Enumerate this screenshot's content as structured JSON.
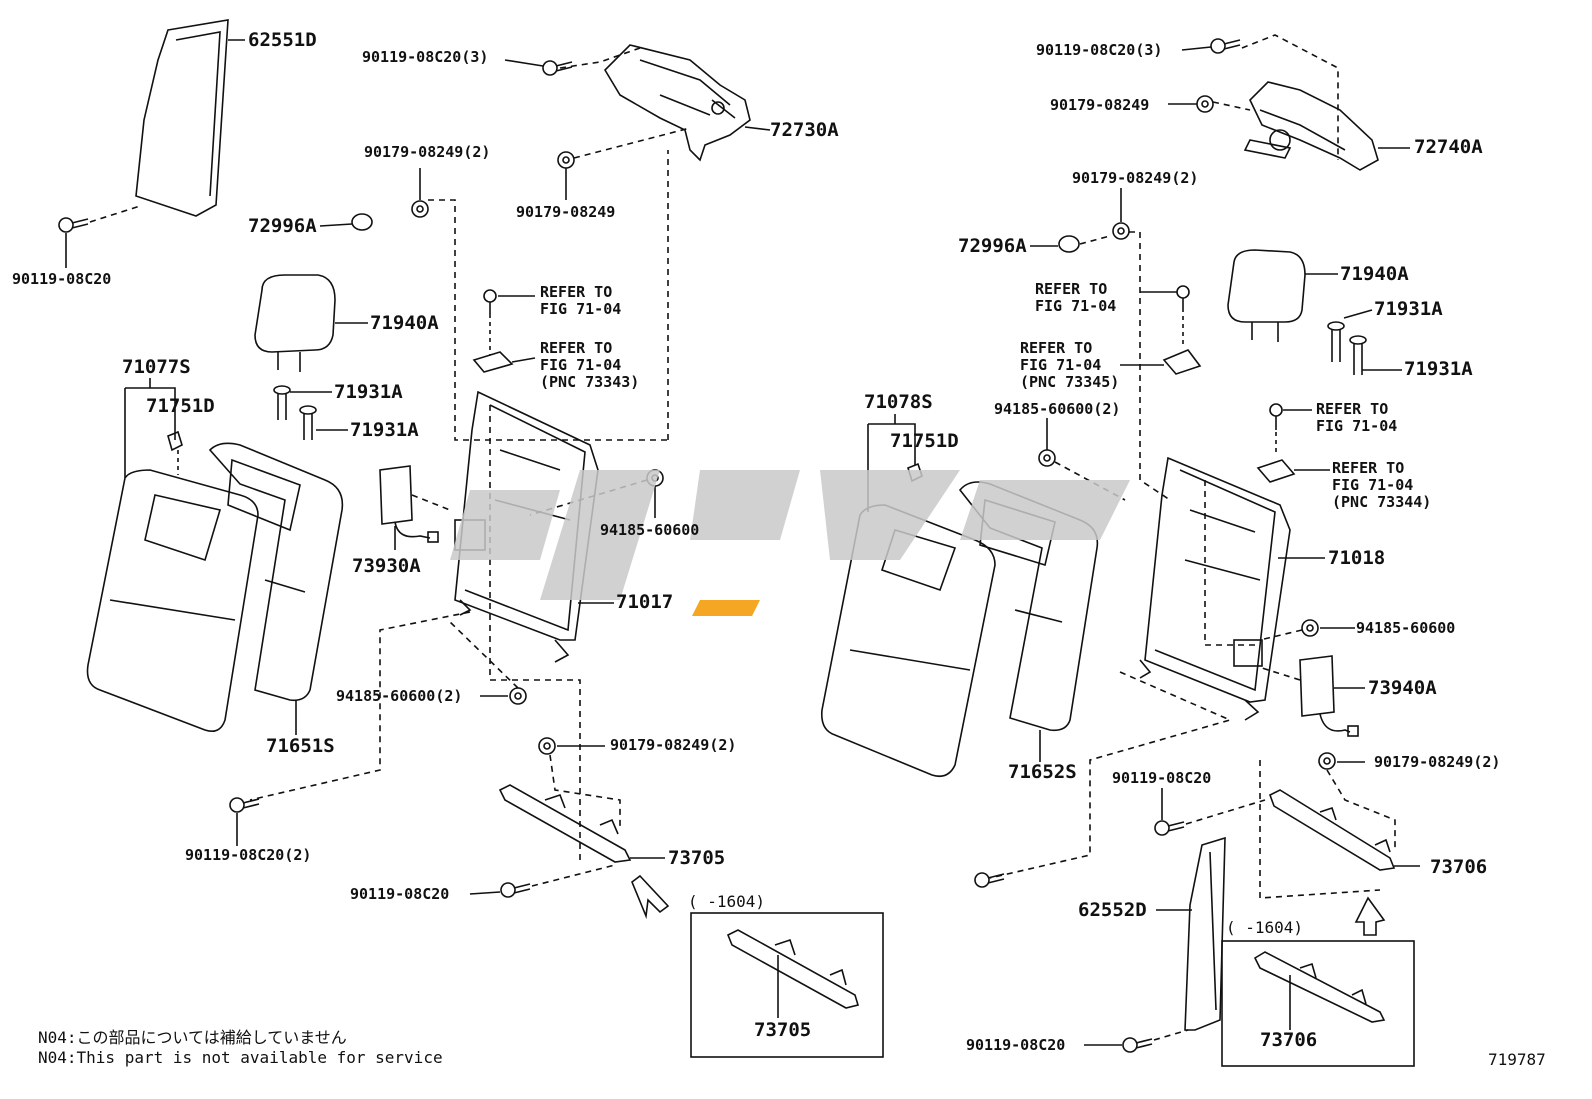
{
  "parts": {
    "p62551D": "62551D",
    "p90119_08C20_3_l": "90119-08C20(3)",
    "p72730A": "72730A",
    "p90179_08249_2_l": "90179-08249(2)",
    "p72996A_l": "72996A",
    "p90179_08249_l": "90179-08249",
    "p90119_08C20_tl": "90119-08C20",
    "p71940A_l": "71940A",
    "p71077S": "71077S",
    "p71751D_l": "71751D",
    "p71931A_l1": "71931A",
    "p71931A_l2": "71931A",
    "p73930A": "73930A",
    "p94185_60600_l": "94185-60600",
    "p71017": "71017",
    "p94185_60600_2_l": "94185-60600(2)",
    "p71651S": "71651S",
    "p90179_08249_2_l2": "90179-08249(2)",
    "p90119_08C20_2_l": "90119-08C20(2)",
    "p73705": "73705",
    "p90119_08C20_bl": "90119-08C20",
    "p73705_box": "73705",
    "p90119_08C20_3_r": "90119-08C20(3)",
    "p90179_08249_r": "90179-08249",
    "p72740A": "72740A",
    "p90179_08249_2_r": "90179-08249(2)",
    "p72996A_r": "72996A",
    "p71940A_r": "71940A",
    "p71931A_r1": "71931A",
    "p71931A_r2": "71931A",
    "p71078S": "71078S",
    "p94185_60600_2_r": "94185-60600(2)",
    "p71751D_r": "71751D",
    "p71018": "71018",
    "p94185_60600_r": "94185-60600",
    "p73940A": "73940A",
    "p90179_08249_2_r2": "90179-08249(2)",
    "p90119_08C20_r": "90119-08C20",
    "p71652S": "71652S",
    "p73706": "73706",
    "p62552D": "62552D",
    "p90119_08C20_br": "90119-08C20",
    "p73706_box": "73706"
  },
  "refs": {
    "ref_l1": "REFER TO\nFIG 71-04",
    "ref_l2": "REFER TO\nFIG 71-04\n(PNC 73343)",
    "ref_r1": "REFER TO\nFIG 71-04",
    "ref_r2": "REFER TO\nFIG 71-04\n(PNC 73345)",
    "ref_r3": "REFER TO\nFIG 71-04",
    "ref_r4": "REFER TO\nFIG 71-04\n(PNC 73344)"
  },
  "boxes": {
    "left_range": "(      -1604)",
    "right_range": "(      -1604)"
  },
  "notes": {
    "jp": "N04:この部品については補給していません",
    "en": "N04:This part is not available for service"
  },
  "figure_number": "719787",
  "colors": {
    "ink": "#111111",
    "watermark": "#c9c9c9",
    "watermark_orange": "#f5a623"
  }
}
